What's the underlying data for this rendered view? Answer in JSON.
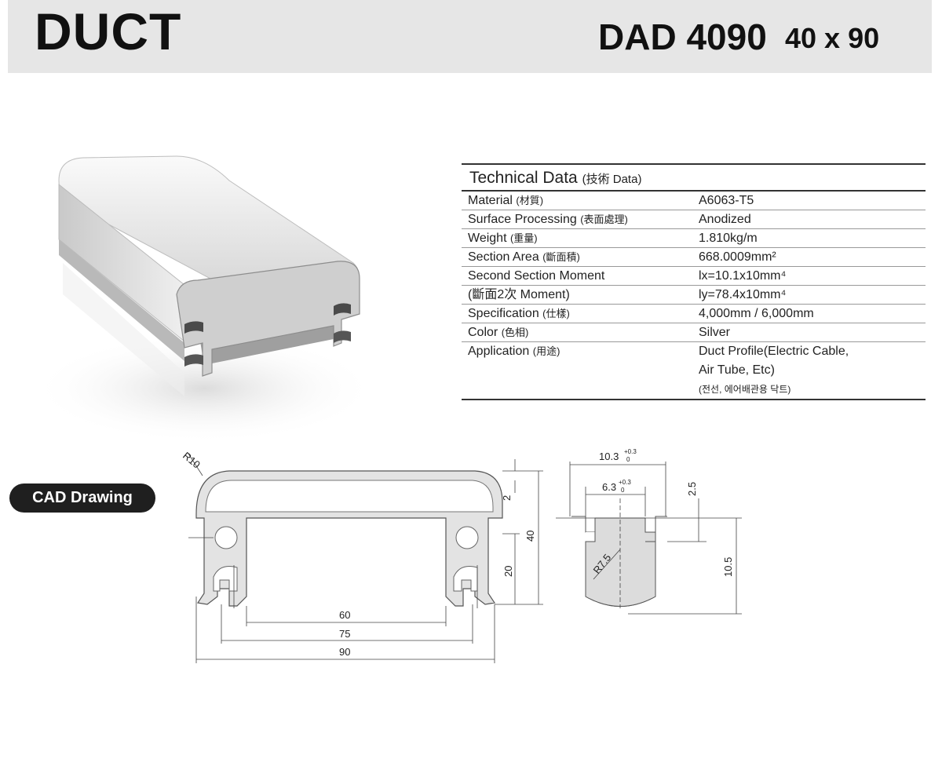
{
  "header": {
    "title": "DUCT",
    "model": "DAD 4090",
    "dimensions": "40 x 90"
  },
  "tech": {
    "title": "Technical Data",
    "title_sub": "(技術  Data)",
    "rows": [
      {
        "label": "Material",
        "label_sub": "(材質)",
        "value": "A6063-T5"
      },
      {
        "label": "Surface Processing",
        "label_sub": "(表面處理)",
        "value": "Anodized"
      },
      {
        "label": "Weight",
        "label_sub": "(重量)",
        "value": "1.810kg/m"
      },
      {
        "label": "Section Area",
        "label_sub": "(斷面積)",
        "value": "668.0009mm²"
      },
      {
        "label": "Second Section Moment",
        "label_sub": "",
        "value": "lx=10.1x10mm⁴"
      },
      {
        "label": "(斷面2次 Moment)",
        "label_sub": "",
        "value": "ly=78.4x10mm⁴"
      },
      {
        "label": "Specification",
        "label_sub": "(仕樣)",
        "value": "4,000mm / 6,000mm"
      },
      {
        "label": "Color",
        "label_sub": "(色相)",
        "value": "Silver"
      },
      {
        "label": "Application",
        "label_sub": "(用途)",
        "value": "Duct Profile(Electric Cable,",
        "value2": "Air Tube, Etc)",
        "value3": "(전선, 에어배관용 닥트)"
      }
    ]
  },
  "cad": {
    "badge": "CAD Drawing",
    "r10": "R10",
    "d2": "2",
    "d40": "40",
    "d20": "20",
    "d60": "60",
    "d75": "75",
    "d90": "90",
    "slot_outer": "10.3",
    "slot_outer_tol_plus": "+0.3",
    "slot_outer_tol_zero": "0",
    "slot_inner": "6.3",
    "slot_inner_tol_plus": "+0.3",
    "slot_inner_tol_zero": "0",
    "d25": "2.5",
    "d105": "10.5",
    "r75": "R7.5"
  },
  "colors": {
    "header_bg": "#e6e6e6",
    "badge_bg": "#1f1f1f",
    "profile_fill": "#e3e3e3"
  }
}
